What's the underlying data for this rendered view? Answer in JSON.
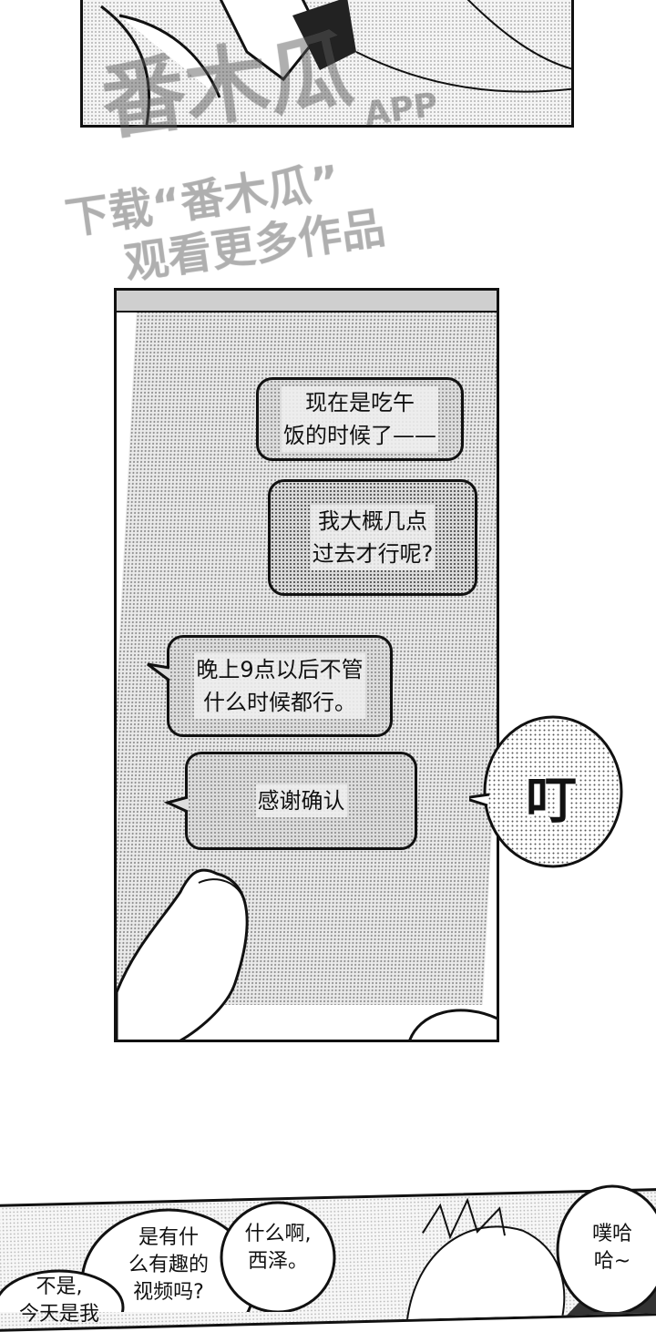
{
  "watermark": {
    "logo": "番木瓜",
    "app": "APP",
    "line1": "下载“番木瓜”",
    "line2": "观看更多作品"
  },
  "phone_panel": {
    "messages": [
      {
        "text": "现在是吃午\n饭的时候了——",
        "side": "right"
      },
      {
        "text": "我大概几点\n过去才行呢?",
        "side": "right"
      },
      {
        "text": "晚上9点以后不管\n什么时候都行。",
        "side": "left"
      },
      {
        "text": "感谢确认",
        "side": "left"
      }
    ],
    "sfx": "叮"
  },
  "bottom_panel": {
    "speech": [
      "是有什\n么有趣的\n视频吗?",
      "什么啊,\n西泽。",
      "噗哈\n哈~",
      "不是,\n今天是我"
    ]
  }
}
